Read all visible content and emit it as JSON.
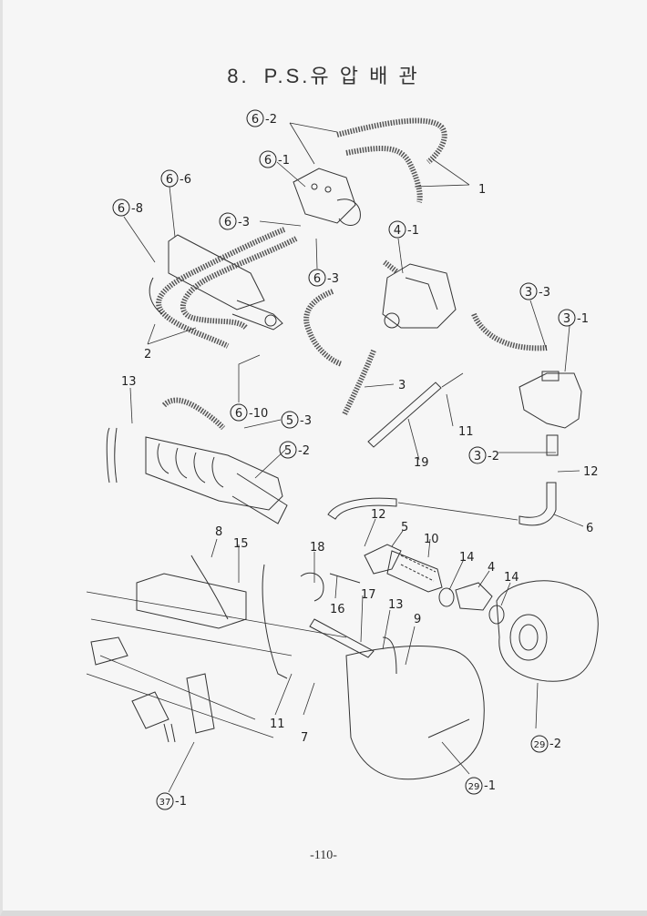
{
  "page": {
    "title_number": "8.",
    "title_text": "P.S.유 압 배 관",
    "page_number": "-110-"
  },
  "callouts": {
    "c6_2": {
      "circle": "6",
      "suffix": "-2"
    },
    "c6_1": {
      "circle": "6",
      "suffix": "-1"
    },
    "c6_6": {
      "circle": "6",
      "suffix": "-6"
    },
    "c6_8": {
      "circle": "6",
      "suffix": "-8"
    },
    "c6_3a": {
      "circle": "6",
      "suffix": "-3"
    },
    "c6_3b": {
      "circle": "6",
      "suffix": "-3"
    },
    "c4_1": {
      "circle": "4",
      "suffix": "-1"
    },
    "c3_3": {
      "circle": "3",
      "suffix": "-3"
    },
    "c3_1": {
      "circle": "3",
      "suffix": "-1"
    },
    "c6_10": {
      "circle": "6",
      "suffix": "-10"
    },
    "c5_3": {
      "circle": "5",
      "suffix": "-3"
    },
    "c5_2": {
      "circle": "5",
      "suffix": "-2"
    },
    "c3_2": {
      "circle": "3",
      "suffix": "-2"
    },
    "c29_2": {
      "circle": "29",
      "suffix": "-2"
    },
    "c29_1": {
      "circle": "29",
      "suffix": "-1"
    },
    "c37_1": {
      "circle": "37",
      "suffix": "-1"
    }
  },
  "labels": {
    "l1": "1",
    "l2": "2",
    "l3": "3",
    "l11a": "11",
    "l19": "19",
    "l13a": "13",
    "l12a": "12",
    "l6": "6",
    "l12b": "12",
    "l5": "5",
    "l10": "10",
    "l14a": "14",
    "l4": "4",
    "l14b": "14",
    "l18": "18",
    "l16": "16",
    "l17": "17",
    "l13b": "13",
    "l9": "9",
    "l8": "8",
    "l15": "15",
    "l11b": "11",
    "l7": "7"
  }
}
